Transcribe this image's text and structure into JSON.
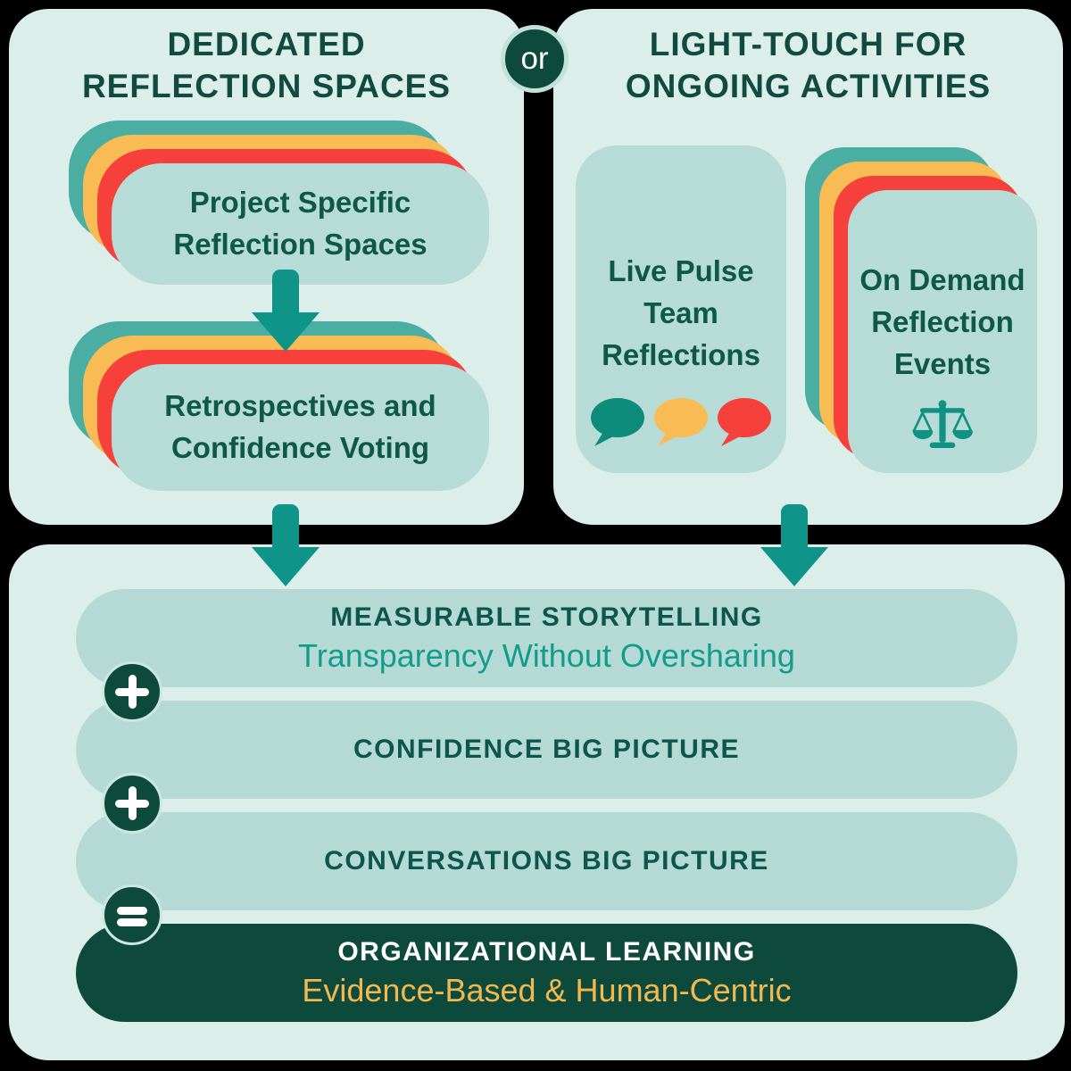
{
  "colors": {
    "background": "#000000",
    "panel_bg": "#DCEEEA",
    "card_bg": "#B7DBD6",
    "bar_bg": "#B5DAD5",
    "dark_green": "#0D4A3C",
    "title_green": "#114B40",
    "text_green": "#0E584A",
    "layer_teal": "#4BAEA2",
    "layer_yellow": "#F9BC55",
    "layer_red": "#F5403B",
    "arrow_teal": "#0E9488",
    "subtitle_teal": "#129C8C",
    "subtitle_yellow": "#F2B84E",
    "bubble_teal": "#0E8C7B",
    "bubble_yellow": "#F9BC55",
    "bubble_red": "#F5403B",
    "scale_teal": "#0F9183",
    "white": "#FFFFFF"
  },
  "or_badge": {
    "label": "or"
  },
  "left_panel": {
    "title": "DEDICATED\nREFLECTION SPACES",
    "cards": [
      {
        "label": "Project Specific\nReflection Spaces"
      },
      {
        "label": "Retrospectives and\nConfidence Voting"
      }
    ]
  },
  "right_panel": {
    "title": "LIGHT-TOUCH FOR\nONGOING ACTIVITIES",
    "cards": [
      {
        "label": "Live Pulse\nTeam\nReflections",
        "icons": [
          "speech-bubble-teal",
          "speech-bubble-yellow",
          "speech-bubble-red"
        ]
      },
      {
        "label": "On Demand\nReflection\nEvents",
        "icons": [
          "balance-scale"
        ]
      }
    ]
  },
  "bottom_panel": {
    "rows": [
      {
        "heading": "MEASURABLE STORYTELLING",
        "subheading": "Transparency Without Oversharing"
      },
      {
        "heading": "CONFIDENCE BIG PICTURE"
      },
      {
        "heading": "CONVERSATIONS BIG PICTURE"
      },
      {
        "heading": "ORGANIZATIONAL LEARNING",
        "subheading": "Evidence-Based & Human-Centric"
      }
    ],
    "operator_icons": [
      "plus",
      "plus",
      "equals"
    ]
  }
}
